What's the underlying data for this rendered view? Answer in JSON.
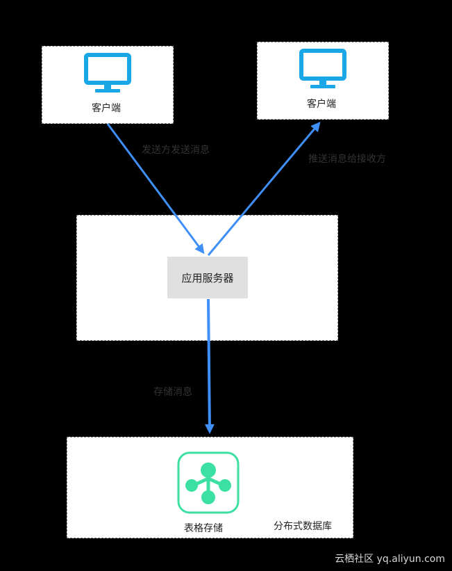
{
  "nodes": {
    "client_left": {
      "label": "客户端"
    },
    "client_right": {
      "label": "客户端"
    },
    "app_server": {
      "label": "应用服务器"
    },
    "table_store": {
      "label": "表格存储"
    },
    "database_group": {
      "label": "分布式数据库"
    }
  },
  "edges": {
    "send": {
      "label": "发送方发送消息"
    },
    "push": {
      "label": "推送消息给接收方"
    },
    "store": {
      "label": "存储消息"
    }
  },
  "colors": {
    "arrow": "#3f8ff7",
    "monitor": "#1aa7e6",
    "table_store_icon": "#3de0a3",
    "server_fill": "#e0e0e0"
  },
  "icons": {
    "client_left": "monitor-icon",
    "client_right": "monitor-icon",
    "table_store": "table-store-icon"
  },
  "watermark": "云栖社区 yq.aliyun.com"
}
